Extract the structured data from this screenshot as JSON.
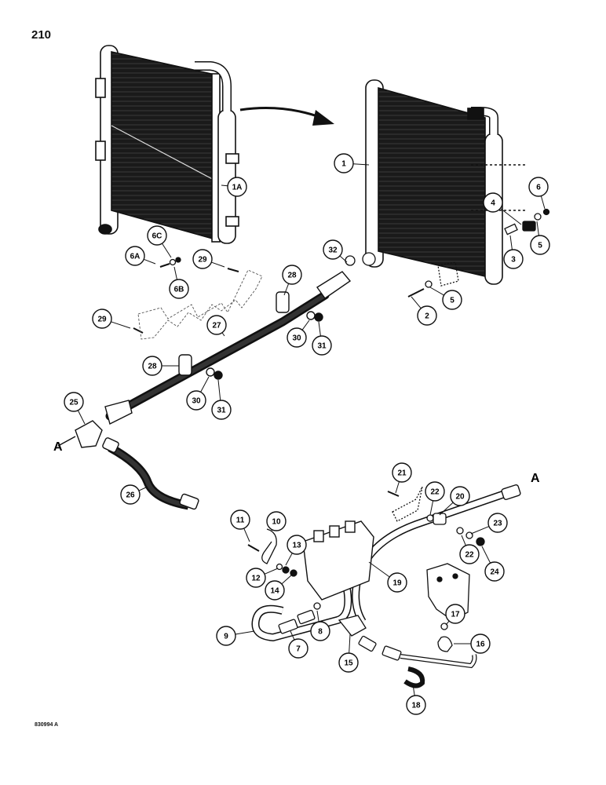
{
  "page": {
    "number": "210",
    "figure_code": "830994 A"
  },
  "connection_letter": "A",
  "callouts": [
    {
      "id": "1A",
      "label": "1A"
    },
    {
      "id": "6C",
      "label": "6C"
    },
    {
      "id": "6A",
      "label": "6A"
    },
    {
      "id": "6B",
      "label": "6B"
    },
    {
      "id": "29a",
      "label": "29"
    },
    {
      "id": "28a",
      "label": "28"
    },
    {
      "id": "32",
      "label": "32"
    },
    {
      "id": "1",
      "label": "1"
    },
    {
      "id": "4",
      "label": "4"
    },
    {
      "id": "6",
      "label": "6"
    },
    {
      "id": "5a",
      "label": "5"
    },
    {
      "id": "3",
      "label": "3"
    },
    {
      "id": "5b",
      "label": "5"
    },
    {
      "id": "2",
      "label": "2"
    },
    {
      "id": "29b",
      "label": "29"
    },
    {
      "id": "27",
      "label": "27"
    },
    {
      "id": "30a",
      "label": "30"
    },
    {
      "id": "31a",
      "label": "31"
    },
    {
      "id": "28b",
      "label": "28"
    },
    {
      "id": "30b",
      "label": "30"
    },
    {
      "id": "31b",
      "label": "31"
    },
    {
      "id": "25",
      "label": "25"
    },
    {
      "id": "26",
      "label": "26"
    },
    {
      "id": "21",
      "label": "21"
    },
    {
      "id": "22a",
      "label": "22"
    },
    {
      "id": "20",
      "label": "20"
    },
    {
      "id": "23",
      "label": "23"
    },
    {
      "id": "22b",
      "label": "22"
    },
    {
      "id": "24",
      "label": "24"
    },
    {
      "id": "11",
      "label": "11"
    },
    {
      "id": "10",
      "label": "10"
    },
    {
      "id": "13",
      "label": "13"
    },
    {
      "id": "12",
      "label": "12"
    },
    {
      "id": "14",
      "label": "14"
    },
    {
      "id": "19",
      "label": "19"
    },
    {
      "id": "17",
      "label": "17"
    },
    {
      "id": "9",
      "label": "9"
    },
    {
      "id": "8",
      "label": "8"
    },
    {
      "id": "7",
      "label": "7"
    },
    {
      "id": "16",
      "label": "16"
    },
    {
      "id": "15",
      "label": "15"
    },
    {
      "id": "18",
      "label": "18"
    }
  ]
}
